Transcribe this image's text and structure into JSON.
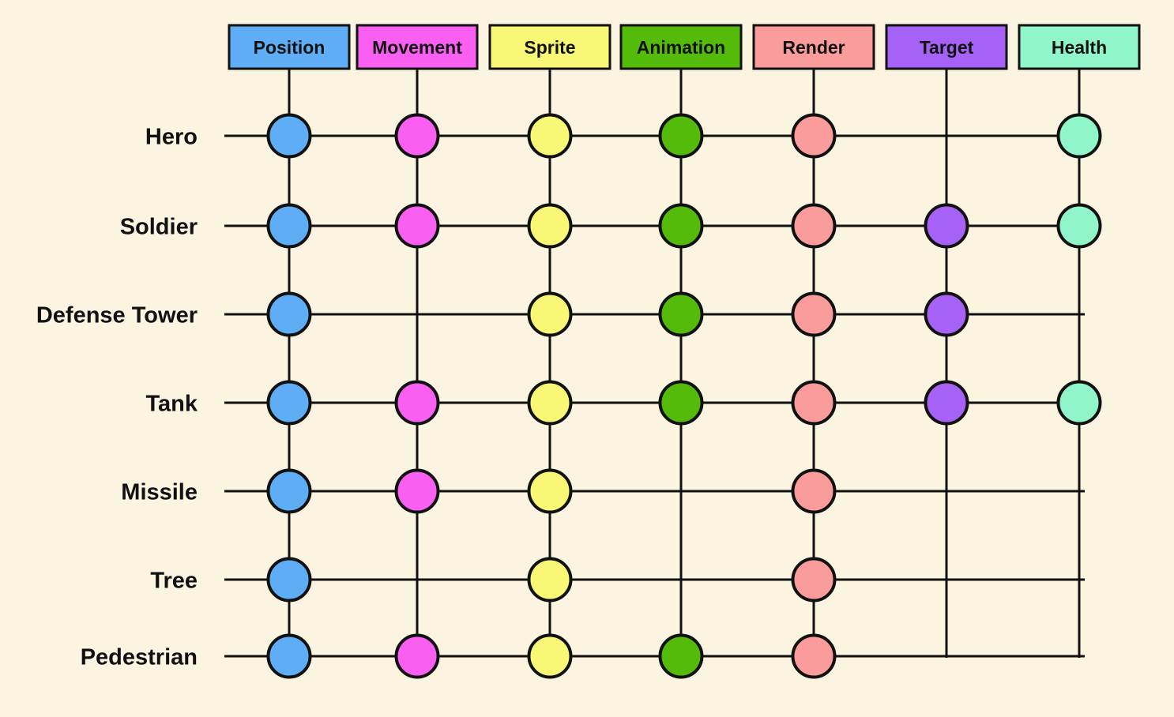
{
  "diagram": {
    "type": "entity-component-matrix",
    "colors": {
      "background": "#FBF4E0",
      "line": "#111111"
    },
    "components": [
      {
        "label": "Position",
        "color": "#5FADF4"
      },
      {
        "label": "Movement",
        "color": "#F95FF0"
      },
      {
        "label": "Sprite",
        "color": "#F9F876"
      },
      {
        "label": "Animation",
        "color": "#54BB0A"
      },
      {
        "label": "Render",
        "color": "#FA9C9C"
      },
      {
        "label": "Target",
        "color": "#A662F6"
      },
      {
        "label": "Health",
        "color": "#90F5C9"
      }
    ],
    "entities": [
      {
        "label": "Hero",
        "has": [
          1,
          1,
          1,
          1,
          1,
          0,
          1
        ]
      },
      {
        "label": "Soldier",
        "has": [
          1,
          1,
          1,
          1,
          1,
          1,
          1
        ]
      },
      {
        "label": "Defense Tower",
        "has": [
          1,
          0,
          1,
          1,
          1,
          1,
          0
        ]
      },
      {
        "label": "Tank",
        "has": [
          1,
          1,
          1,
          1,
          1,
          1,
          1
        ]
      },
      {
        "label": "Missile",
        "has": [
          1,
          1,
          1,
          0,
          1,
          0,
          0
        ]
      },
      {
        "label": "Tree",
        "has": [
          1,
          0,
          1,
          0,
          1,
          0,
          0
        ]
      },
      {
        "label": "Pedestrian",
        "has": [
          1,
          1,
          1,
          1,
          1,
          0,
          0
        ]
      }
    ]
  }
}
